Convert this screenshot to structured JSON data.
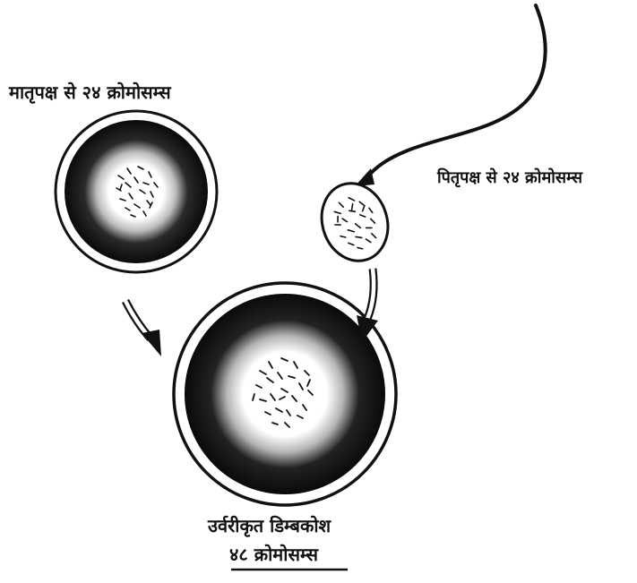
{
  "labels": {
    "maternal": "मातृपक्ष से २४ क्रोमोसम्स",
    "paternal": "पितृपक्ष से २४ क्रोमोसम्स",
    "result_line1": "उर्वरीकृत डिम्बकोश",
    "result_line2": "४८ क्रोमोसम्स"
  },
  "colors": {
    "ink": "#111111",
    "paper": "#ffffff"
  }
}
